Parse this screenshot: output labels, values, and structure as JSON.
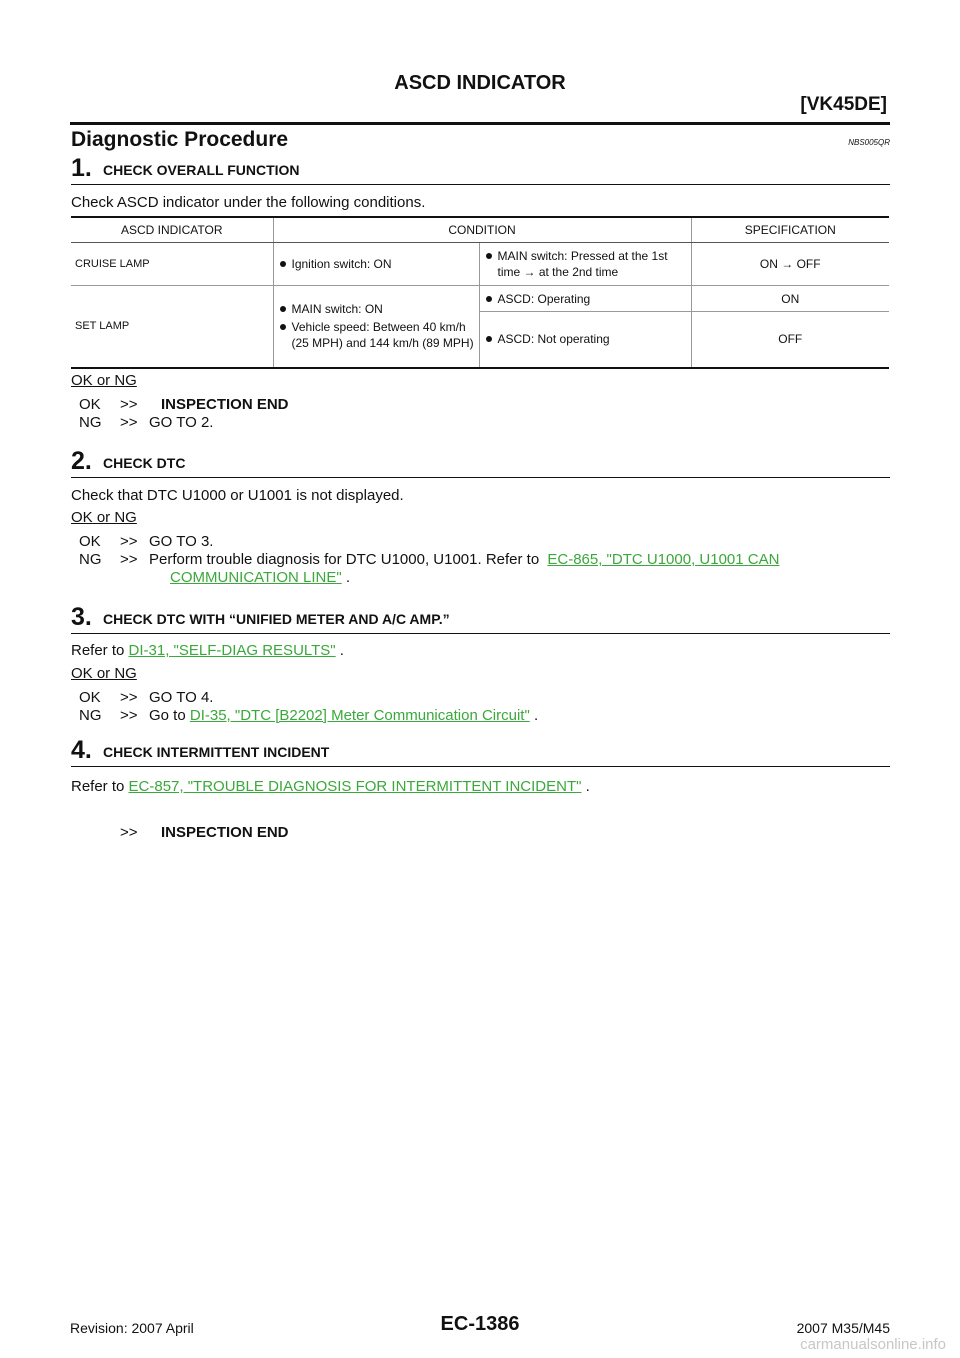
{
  "header": {
    "title": "ASCD INDICATOR",
    "model": "[VK45DE]"
  },
  "section": {
    "title": "Diagnostic Procedure",
    "code": "NBS005QR"
  },
  "steps": [
    {
      "num": "1.",
      "title": "CHECK OVERALL FUNCTION",
      "text": "Check ASCD indicator under the following conditions.",
      "ok_label": "OK or NG",
      "results": [
        {
          "key": "OK",
          "arrow": ">>",
          "text": "INSPECTION END"
        },
        {
          "key": "NG",
          "arrow": ">>",
          "text": "GO TO 2."
        }
      ]
    },
    {
      "num": "2.",
      "title": "CHECK DTC",
      "text": "Check that DTC U1000 or U1001 is not displayed.",
      "ok_label": "OK or NG",
      "results": [
        {
          "key": "OK",
          "arrow": ">>",
          "text": "GO TO 3."
        },
        {
          "key": "NG",
          "arrow": ">>",
          "text_pre": "Perform trouble diagnosis for DTC U1000, U1001. Refer to",
          "link_a": "EC-865, \"DTC U1000, U1001 CAN",
          "link_b": "COMMUNICATION LINE\"",
          "text_post": "."
        }
      ]
    },
    {
      "num": "3.",
      "title": "CHECK DTC WITH “UNIFIED METER AND A/C AMP.”",
      "text_pre": "Refer to",
      "link": "DI-31, \"SELF-DIAG RESULTS\"",
      "text_post": ".",
      "ok_label": "OK or NG",
      "results": [
        {
          "key": "OK",
          "arrow": ">>",
          "text": "GO TO 4."
        },
        {
          "key": "NG",
          "arrow": ">>",
          "text_pre": "Go to",
          "link": "DI-35, \"DTC [B2202] Meter Communication Circuit\"",
          "text_post": "."
        }
      ]
    },
    {
      "num": "4.",
      "title": "CHECK INTERMITTENT INCIDENT",
      "text_pre": "Refer to",
      "link": "EC-857, \"TROUBLE DIAGNOSIS FOR INTERMITTENT INCIDENT\"",
      "text_post": ".",
      "results": [
        {
          "arrow": ">>",
          "text": "INSPECTION END"
        }
      ]
    }
  ],
  "table": {
    "headers": [
      "ASCD INDICATOR",
      "CONDITION",
      "SPECIFICATION"
    ],
    "cruise": {
      "indicator": "CRUISE LAMP",
      "cond1": "Ignition switch: ON",
      "cond2": "MAIN switch: Pressed at the 1st time → at the 2nd time",
      "spec": "ON → OFF"
    },
    "set": {
      "indicator": "SET LAMP",
      "cond1a": "MAIN switch: ON",
      "cond1b": "Vehicle speed: Between 40 km/h (25 MPH) and 144 km/h (89 MPH)",
      "cond2a": "ASCD: Operating",
      "spec_a": "ON",
      "cond2b": "ASCD: Not operating",
      "spec_b": "OFF"
    }
  },
  "footer": {
    "revision": "Revision: 2007 April",
    "page": "EC-1386",
    "model": "2007 M35/M45",
    "watermark": "carmanualsonline.info"
  }
}
